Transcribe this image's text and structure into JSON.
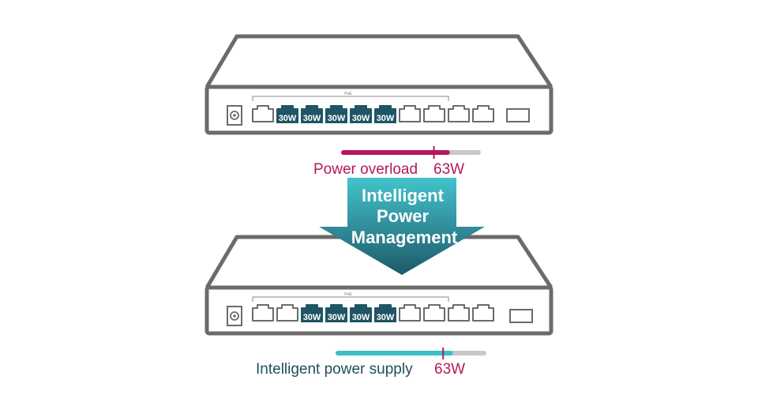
{
  "colors": {
    "outline": "#6b6b6b",
    "port_highlight": "#1f5566",
    "overload": "#b5195b",
    "teal": "#3bbfc6",
    "gray_bar": "#c8c8c8",
    "dark_text": "#1e4f5c",
    "arrow_top": "#43c3cc",
    "arrow_bottom": "#1d5a6a"
  },
  "top_switch": {
    "poe_label": "PoE",
    "port_labels": [
      "30W",
      "30W",
      "30W",
      "30W",
      "30W"
    ],
    "status_label": "Power overload",
    "status_value": "63W",
    "bar_fill_fraction": 0.77,
    "bar_marker_fraction": 0.67
  },
  "arrow": {
    "line1": "Intelligent",
    "line2": "Power",
    "line3": "Management"
  },
  "bottom_switch": {
    "poe_label": "PoE",
    "port_labels": [
      "30W",
      "30W",
      "30W",
      "30W"
    ],
    "status_label": "Intelligent power supply",
    "status_value": "63W",
    "bar_fill_fraction": 0.77,
    "bar_marker_fraction": 0.72
  }
}
